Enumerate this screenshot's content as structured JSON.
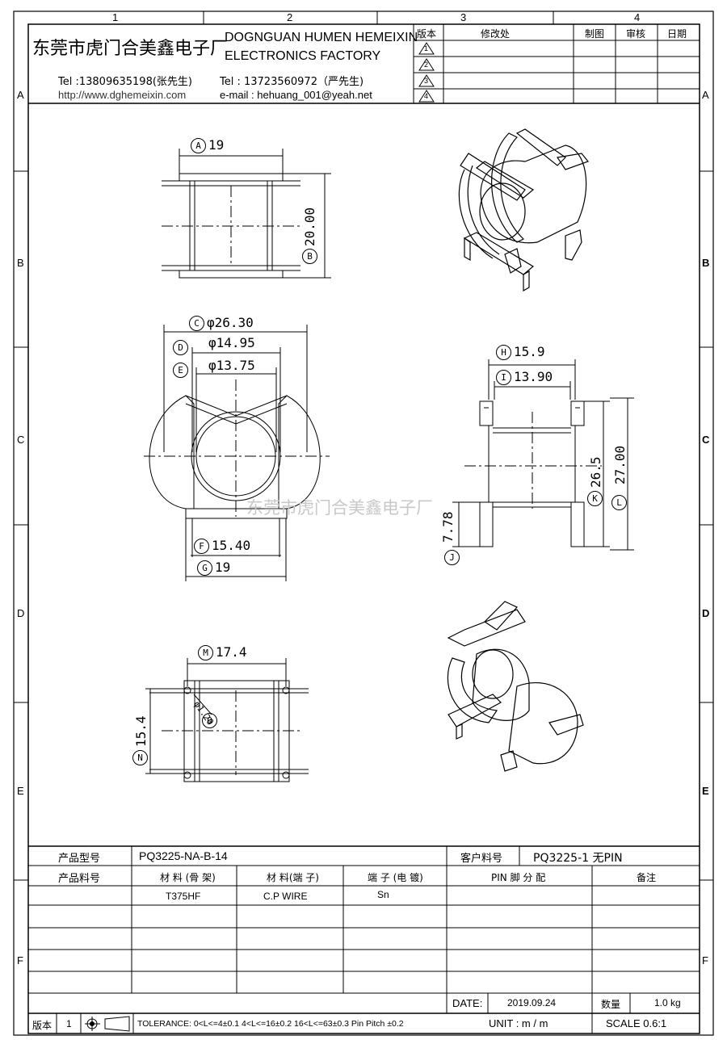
{
  "grid": {
    "columns": [
      "1",
      "2",
      "3",
      "4"
    ],
    "rows": [
      "A",
      "B",
      "C",
      "D",
      "E",
      "F"
    ]
  },
  "header": {
    "company_cn": "东莞市虎门合美鑫电子厂",
    "company_en_line1": "DOGNGUAN HUMEN HEMEIXIN",
    "company_en_line2": "ELECTRONICS FACTORY",
    "tel1": "Tel :13809635198(张先生)",
    "url": "http://www.dghemeixin.com",
    "tel2": "Tel : 13723560972（严先生)",
    "email": "e-mail : hehuang_001@yeah.net"
  },
  "revision_table": {
    "headers": [
      "版本",
      "修改处",
      "制图",
      "审核",
      "日期"
    ],
    "rows": [
      "1",
      "2",
      "3",
      "4"
    ]
  },
  "dimensions": {
    "A": "19",
    "B": "20.00",
    "C": "φ26.30",
    "D": "φ14.95",
    "E": "φ13.75",
    "F": "15.40",
    "G": "19",
    "H": "15.9",
    "I": "13.90",
    "J": "7.78",
    "K": "26.5",
    "L": "27.00",
    "M": "17.4",
    "N": "15.4",
    "O": "φ1.20"
  },
  "watermark": "东莞市虎门合美鑫电子厂",
  "product_table": {
    "model_label": "产品型号",
    "model_value": "PQ3225-NA-B-14",
    "customer_pn_label": "客户料号",
    "customer_pn_value": "PQ3225-1 无PIN",
    "part_no_label": "产品料号",
    "material_bobbin_label": "材 料 (骨 架)",
    "material_pin_label": "材 料(端 子)",
    "plating_label": "端 子 (电 镀)",
    "pin_assign_label": "PIN 脚 分 配",
    "remark_label": "备注",
    "material_bobbin": "T375HF",
    "material_pin": "C.P WIRE",
    "plating": "Sn"
  },
  "footer": {
    "date_label": "DATE:",
    "date_value": "2019.09.24",
    "sheet_label": "数量",
    "sheet_value": "1.0 kg",
    "version_label": "版本",
    "version_value": "1",
    "tolerance": "TOLERANCE:  0<L<=4±0.1  4<L<=16±0.2  16<L<=63±0.3  Pin Pitch  ±0.2",
    "unit": "UNIT :  m / m",
    "scale": "SCALE  0.6:1"
  }
}
